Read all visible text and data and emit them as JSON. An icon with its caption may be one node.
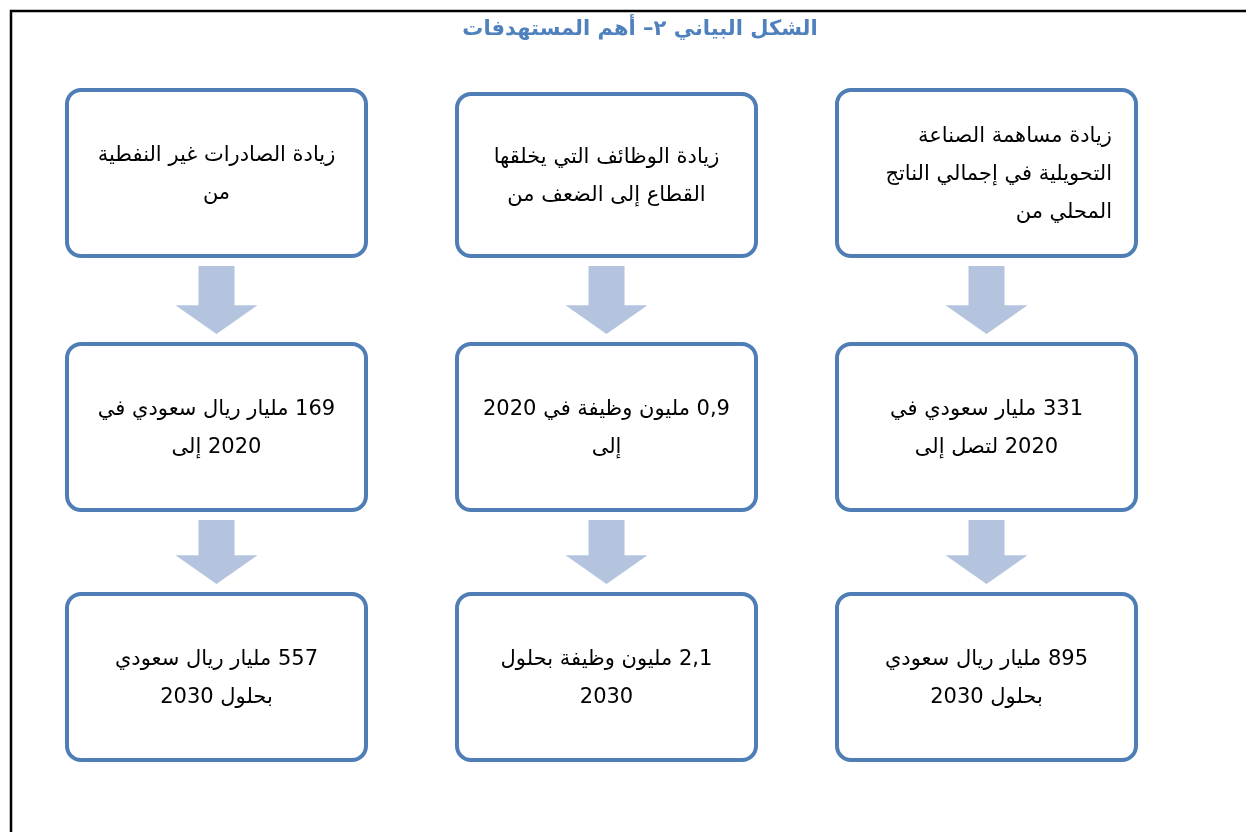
{
  "diagram": {
    "title": "الشكل البياني ٢– أهم المستهدفات",
    "nodes": [
      {
        "text": [
          "زيادة مساهمة الصناعة التحويلية في إجمالي الناتج المحلي من"
        ]
      },
      {
        "text": [
          "زيادة الوظائف التي يخلقها القطاع إلى الضعف من"
        ]
      },
      {
        "text": [
          "زيادة الصادرات غير النفطية من"
        ]
      },
      {
        "text": [
          "331 مليار سعودي في 2020 لتصل إلى"
        ]
      },
      {
        "text": [
          "0,9 مليون وظيفة في 2020 إلى"
        ]
      },
      {
        "text": [
          "169 مليار ريال سعودي في 2020 إلى"
        ]
      },
      {
        "text": [
          "895 مليار ريال سعودي بحلول 2030"
        ]
      },
      {
        "text": [
          "2,1 مليون وظيفة بحلول 2030"
        ]
      },
      {
        "text": [
          "557 مليار ريال سعودي بحلول 2030"
        ]
      }
    ],
    "edges": [
      {
        "from": 0,
        "to": 3,
        "arrow": "to"
      },
      {
        "from": 1,
        "to": 4,
        "arrow": "to"
      },
      {
        "from": 2,
        "to": 5,
        "arrow": "to"
      },
      {
        "from": 3,
        "to": 6,
        "arrow": "to"
      },
      {
        "from": 4,
        "to": 7,
        "arrow": "to"
      },
      {
        "from": 5,
        "to": 8,
        "arrow": "to"
      }
    ]
  }
}
